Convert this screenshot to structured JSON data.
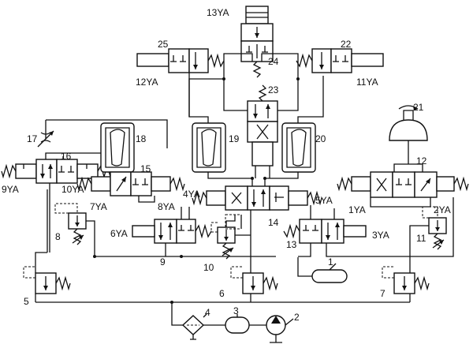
{
  "labels": {
    "n1": "1",
    "n2": "2",
    "n3": "3",
    "n4": "4",
    "n5": "5",
    "n6": "6",
    "n7": "7",
    "n8": "8",
    "n9": "9",
    "n10": "10",
    "n11": "11",
    "n12": "12",
    "n13": "13",
    "n14": "14",
    "n15": "15",
    "n16": "16",
    "n17": "17",
    "n18": "18",
    "n19": "19",
    "n20": "20",
    "n21": "21",
    "n22": "22",
    "n23": "23",
    "n24": "24",
    "n25": "25",
    "ya1": "1YA",
    "ya2": "2YA",
    "ya3": "3YA",
    "ya4": "4YA",
    "ya5": "5YA",
    "ya6": "6YA",
    "ya7": "7YA",
    "ya8": "8YA",
    "ya9": "9YA",
    "ya10": "10YA",
    "ya11": "11YA",
    "ya12": "12YA",
    "ya13": "13YA"
  }
}
